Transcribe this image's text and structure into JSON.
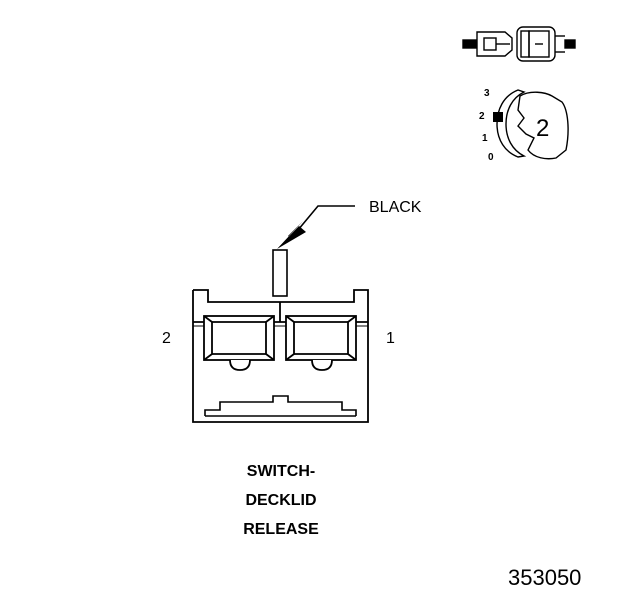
{
  "wire_label": "BLACK",
  "pin_labels": {
    "left": "2",
    "right": "1"
  },
  "component_title": [
    "SWITCH-",
    "DECKLID",
    "RELEASE"
  ],
  "figure_code": "353050",
  "key_icon": {
    "positions": [
      "3",
      "2",
      "1",
      "0"
    ],
    "selected_position": "2"
  }
}
